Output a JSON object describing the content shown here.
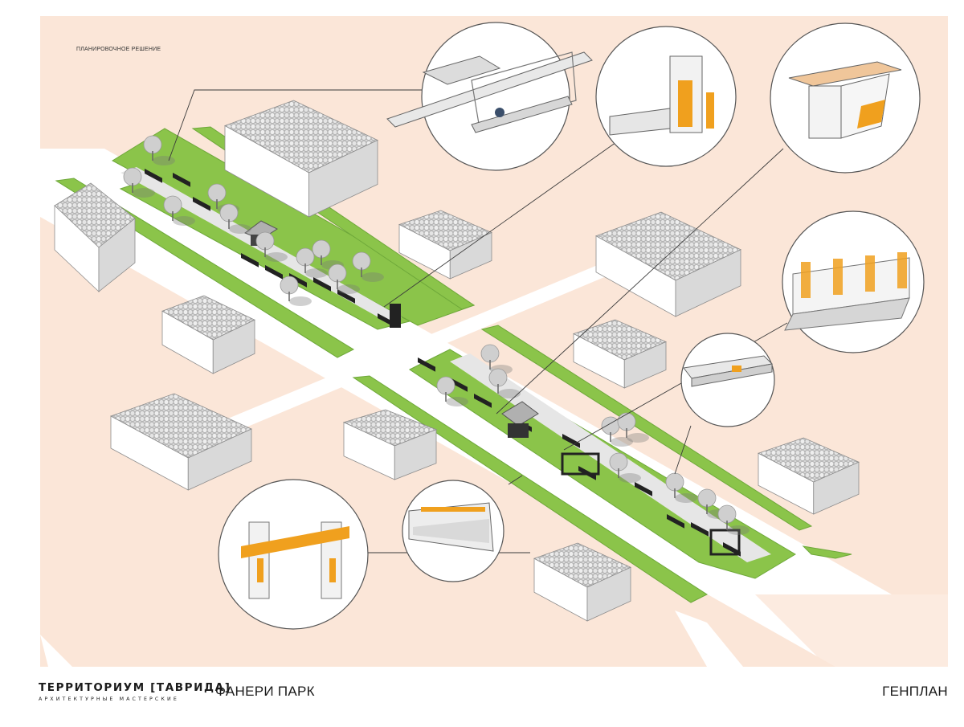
{
  "sheet": {
    "caption": "ПЛАНИРОВОЧНОЕ РЕШЕНИЕ",
    "brand": "ТЕРРИТОРИУМ [ТАВРИДА]",
    "brand_subtitle": "АРХИТЕКТУРНЫЕ МАСТЕРСКИЕ",
    "project": "ФАНЕРИ ПАРК",
    "sheet_title": "ГЕНПЛАН"
  },
  "detail_views": [
    {
      "name": "airplane-sculpture-detail",
      "subject": "airplane"
    },
    {
      "name": "tower-stage-detail",
      "subject": "tower"
    },
    {
      "name": "kiosk-pavilion-detail",
      "subject": "kiosk"
    },
    {
      "name": "frame-structure-detail",
      "subject": "frame"
    },
    {
      "name": "long-bench-detail",
      "subject": "bench"
    },
    {
      "name": "bench-planter-detail",
      "subject": "planter"
    },
    {
      "name": "entrance-gate-detail",
      "subject": "gate"
    }
  ],
  "colors": {
    "site_background": "#fbe6d8",
    "road": "#ffffff",
    "lawn": "#8bc44a",
    "lawn_dark": "#6ea83a",
    "path": "#e6e6e6",
    "building_wall": "#ffffff",
    "building_side": "#d9d9d9",
    "roof": "#cfcfcf",
    "accent_orange": "#f0a01e",
    "structure_dark": "#222222",
    "leader": "#3a3a3a"
  }
}
